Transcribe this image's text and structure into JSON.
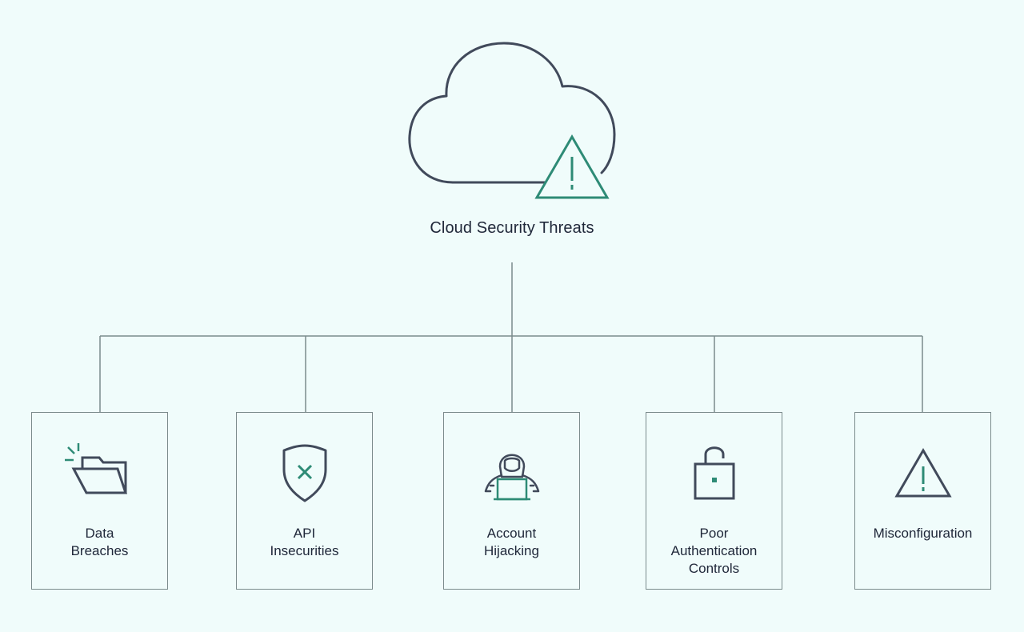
{
  "root": {
    "title": "Cloud Security Threats",
    "icon": "cloud-warning-icon"
  },
  "colors": {
    "background": "#f0fcfb",
    "stroke": "#414a5b",
    "accent": "#2e8b76",
    "connector": "#7b8b8c",
    "text": "#20283a"
  },
  "threats": [
    {
      "icon": "folder-breach-icon",
      "lines": [
        "Data",
        "Breaches"
      ]
    },
    {
      "icon": "shield-x-icon",
      "lines": [
        "API",
        "Insecurities"
      ]
    },
    {
      "icon": "hacker-icon",
      "lines": [
        "Account",
        "Hijacking"
      ]
    },
    {
      "icon": "padlock-icon",
      "lines": [
        "Poor",
        "Authentication",
        "Controls"
      ]
    },
    {
      "icon": "warning-triangle-icon",
      "lines": [
        "Misconfiguration"
      ]
    }
  ]
}
